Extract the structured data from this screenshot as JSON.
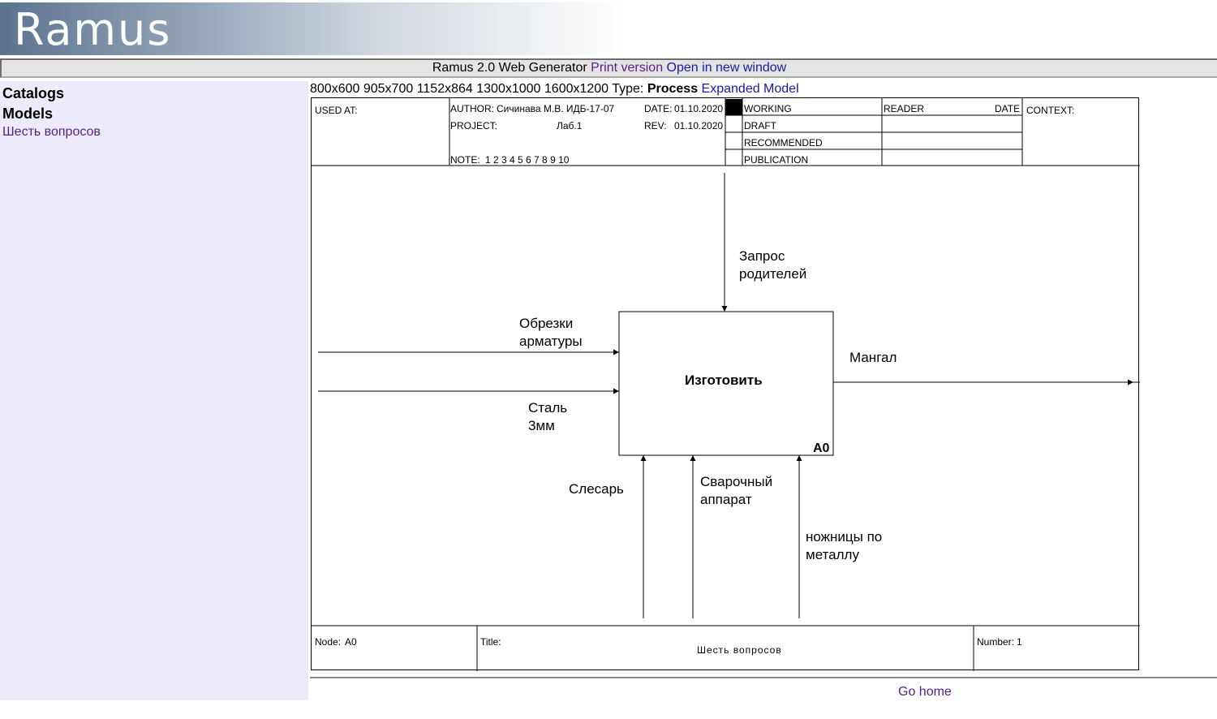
{
  "header": {
    "logo_text": "Ramus"
  },
  "genbar": {
    "title": "Ramus 2.0 Web Generator",
    "print_version": "Print version",
    "open_new_window": "Open in new window"
  },
  "sidebar": {
    "catalogs": "Catalogs",
    "models": "Models",
    "model_link": "Шесть вопросов"
  },
  "view": {
    "sizes": [
      "800x600",
      "905x700",
      "1152x864",
      "1300x1000",
      "1600x1200"
    ],
    "type_label": "Type:",
    "type_value": "Process",
    "expanded_model": "Expanded Model"
  },
  "idef_header": {
    "used_at": "USED AT:",
    "author_label": "AUTHOR:",
    "author_value": "Сичинава М.В. ИДБ-17-07",
    "project_label": "PROJECT:",
    "project_value": "Лаб.1",
    "note_label": "NOTE:",
    "note_values": "1 2 3 4 5 6 7 8 9 10",
    "date_label": "DATE:",
    "date_value": "01.10.2020",
    "rev_label": "REV:",
    "rev_value": "01.10.2020",
    "status": [
      "WORKING",
      "DRAFT",
      "RECOMMENDED",
      "PUBLICATION"
    ],
    "reader": "READER",
    "date": "DATE",
    "context": "CONTEXT:"
  },
  "diagram": {
    "box_title": "Изготовить",
    "box_number": "A0",
    "control": "Запрос родителей",
    "input_1": "Обрезки арматуры",
    "input_2": "Сталь 3мм",
    "output": "Мангал",
    "mechanism_1": "Слесарь",
    "mechanism_2": "Сварочный аппарат",
    "mechanism_3": "ножницы по металлу"
  },
  "idef_footer": {
    "node_label": "Node:",
    "node_value": "A0",
    "title_label": "Title:",
    "title_value": "Шесть вопросов",
    "number_label": "Number:",
    "number_value": "1"
  },
  "footer": {
    "go_home": "Go home"
  },
  "colors": {
    "sidebar_bg": "#edeafb",
    "link": "#1a1aa8",
    "visited_link": "#5a1e8a"
  }
}
